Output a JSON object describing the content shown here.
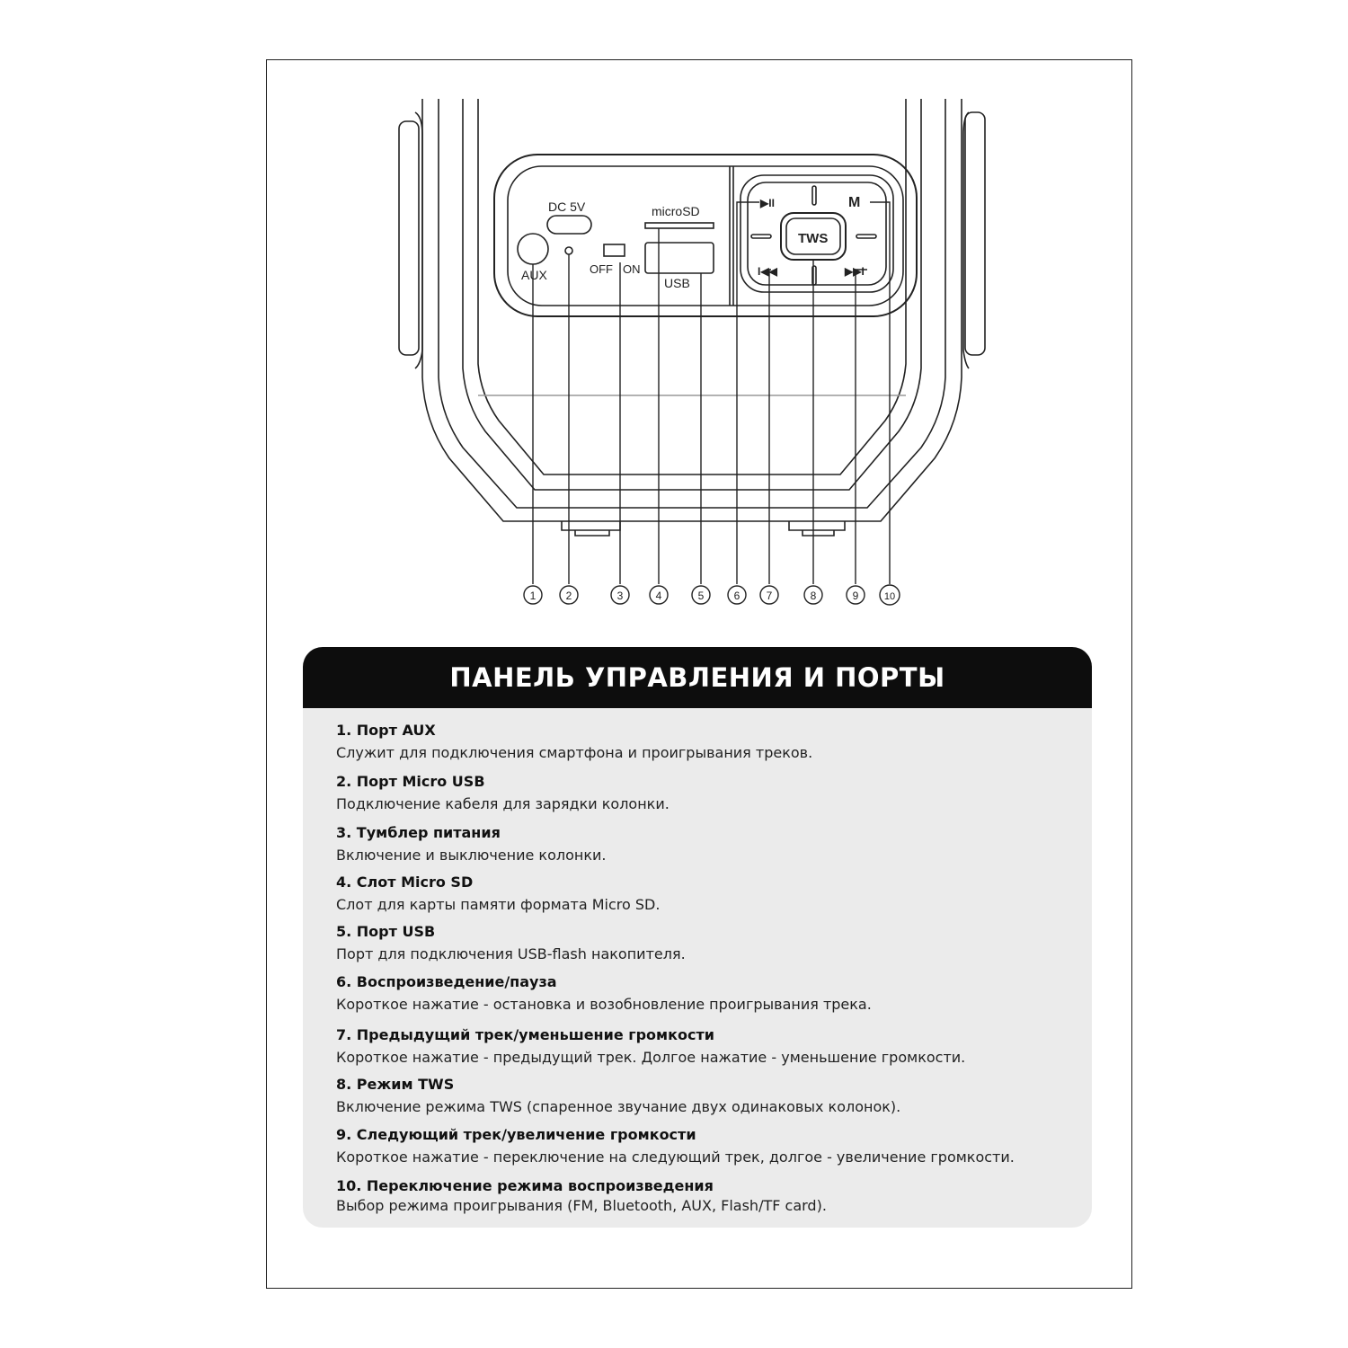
{
  "diagram": {
    "labels": {
      "dc": "DC 5V",
      "microsd": "microSD",
      "aux": "AUX",
      "off": "OFF",
      "on": "ON",
      "usb": "USB",
      "tws": "TWS",
      "mode": "M",
      "play_pause": "▶II",
      "prev": "I◀◀",
      "next": "▶▶I"
    },
    "callouts": [
      "1",
      "2",
      "3",
      "4",
      "5",
      "6",
      "7",
      "8",
      "9",
      "10"
    ]
  },
  "section": {
    "title": "ПАНЕЛЬ УПРАВЛЕНИЯ И ПОРТЫ",
    "items": [
      {
        "title": "1. Порт AUX",
        "desc": "Служит для подключения смартфона и проигрывания треков."
      },
      {
        "title": "2. Порт Micro USB",
        "desc": "Подключение кабеля для зарядки колонки."
      },
      {
        "title": "3. Тумблер питания",
        "desc": "Включение и выключение колонки."
      },
      {
        "title": "4. Слот Micro SD",
        "desc": "Слот для карты памяти формата Micro SD."
      },
      {
        "title": "5. Порт USB",
        "desc": "Порт для подключения USB-flash накопителя."
      },
      {
        "title": "6. Воспроизведение/пауза",
        "desc": "Короткое нажатие - остановка и возобновление проигрывания трека."
      },
      {
        "title": "7. Предыдущий трек/уменьшение громкости",
        "desc": "Короткое нажатие - предыдущий трек. Долгое нажатие - уменьшение громкости."
      },
      {
        "title": "8. Режим TWS",
        "desc": "Включение режима TWS (спаренное звучание двух одинаковых колонок)."
      },
      {
        "title": "9. Следующий трек/увеличение громкости",
        "desc": "Короткое нажатие - переключение на следующий трек, долгое - увеличение громкости."
      },
      {
        "title": "10. Переключение режима воспроизведения",
        "desc": "Выбор режима проигрывания (FM, Bluetooth, AUX, Flash/TF card)."
      }
    ]
  }
}
